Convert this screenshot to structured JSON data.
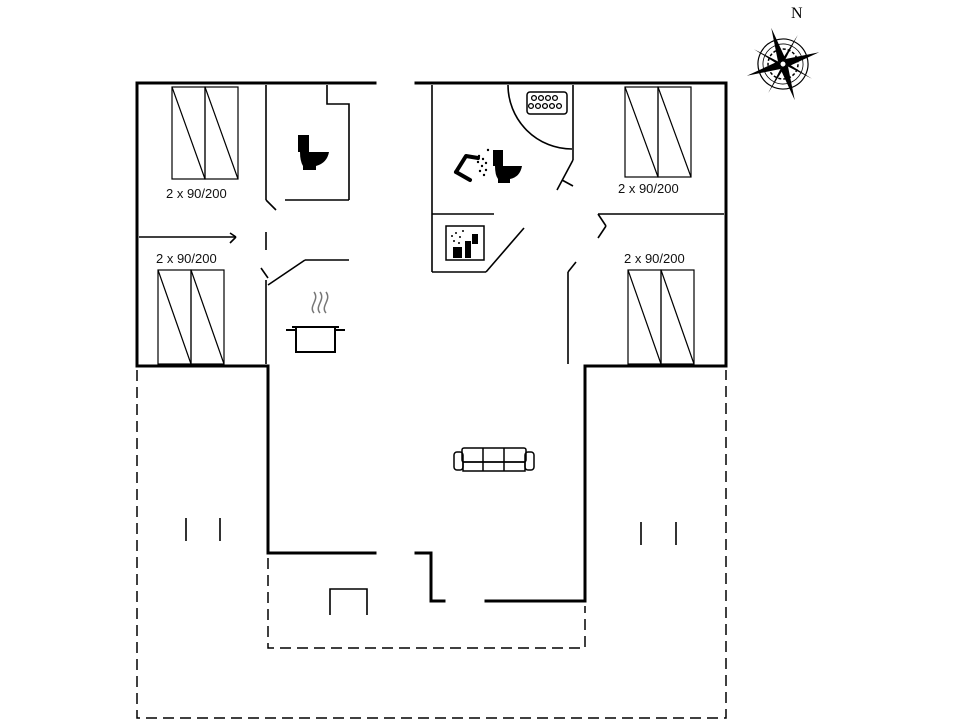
{
  "compass": {
    "north_label": "N",
    "icon": "compass-rose-icon"
  },
  "rooms": {
    "bedroom_nw": {
      "bed_label": "2 x 90/200"
    },
    "bedroom_w": {
      "bed_label": "2 x 90/200"
    },
    "bedroom_ne": {
      "bed_label": "2 x 90/200"
    },
    "bedroom_e": {
      "bed_label": "2 x 90/200"
    }
  },
  "icons": [
    "toilet-icon",
    "shower-icon",
    "sauna-stove-icon",
    "washing-machine-icon",
    "cooking-pot-icon",
    "sofa-icon"
  ]
}
